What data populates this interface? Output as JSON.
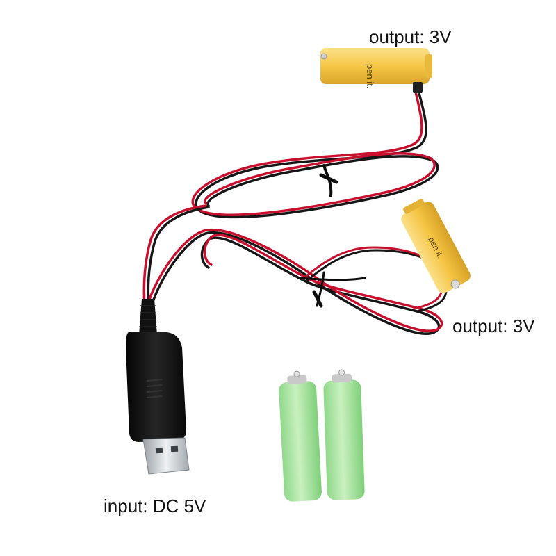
{
  "labels": {
    "output_top": "output: 3V",
    "output_mid": "output: 3V",
    "input": "input: DC 5V"
  },
  "battery_print": {
    "top": "pen it.",
    "mid": "pen it."
  },
  "colors": {
    "wire_red": "#c8102e",
    "wire_black": "#161616",
    "dummy_battery": "#f6c747",
    "nimh_battery": "#a8e3a0",
    "usb_body": "#141414",
    "usb_metal": "#cfd3d6"
  }
}
